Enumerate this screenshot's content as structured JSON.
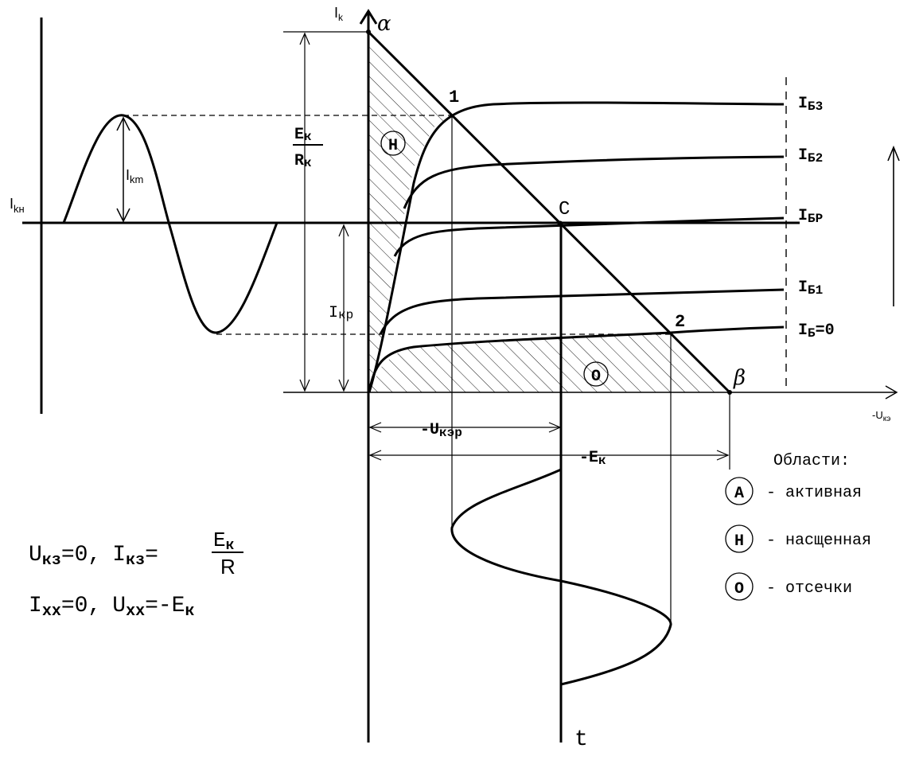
{
  "axes": {
    "y_label": {
      "main": "I",
      "sub": "k"
    },
    "x_label": {
      "main": "-U",
      "sub": "кэ"
    },
    "t_label": "t"
  },
  "points": {
    "alpha": "α",
    "beta": "β",
    "p1": "1",
    "p2": "2",
    "c": "C"
  },
  "curves": {
    "ib3": {
      "main": "I",
      "sub": "Б3"
    },
    "ib2": {
      "main": "I",
      "sub": "Б2"
    },
    "ibp": {
      "main": "I",
      "sub": "БР"
    },
    "ib1": {
      "main": "I",
      "sub": "Б1"
    },
    "ib0": {
      "main": "I",
      "sub": "Б",
      "suffix": "=0"
    }
  },
  "dims": {
    "ek_rk": {
      "num_main": "E",
      "num_sub": "к",
      "den_main": "R",
      "den_sub": "к"
    },
    "ikr": {
      "main": "I",
      "sub": "кр"
    },
    "ikm": {
      "main": "I",
      "sub": "km"
    },
    "ikn": {
      "main": "I",
      "sub": "kн"
    },
    "ukep": {
      "main": "-U",
      "sub": "кэр"
    },
    "ek": {
      "main": "-E",
      "sub": "к"
    }
  },
  "region_marks": {
    "h": "Н",
    "o": "О"
  },
  "legend": {
    "title": "Области:",
    "items": [
      {
        "mark": "А",
        "label": "- активная"
      },
      {
        "mark": "Н",
        "label": "- насщенная"
      },
      {
        "mark": "О",
        "label": "- отсечки"
      }
    ]
  },
  "formulas": {
    "line1": {
      "u_main": "U",
      "u_sub": "кз",
      "u_val": "=0,",
      "i_main": "I",
      "i_sub": "кз",
      "i_eq": "=",
      "frac_num_main": "E",
      "frac_num_sub": "к",
      "frac_den": "R"
    },
    "line2": {
      "i_main": "I",
      "i_sub": "xx",
      "i_val": "=0,",
      "u_main": "U",
      "u_sub": "xx",
      "u_val": "=-E",
      "u_tail_sub": "к"
    }
  },
  "colors": {
    "ink": "#000000",
    "paper": "#ffffff"
  }
}
